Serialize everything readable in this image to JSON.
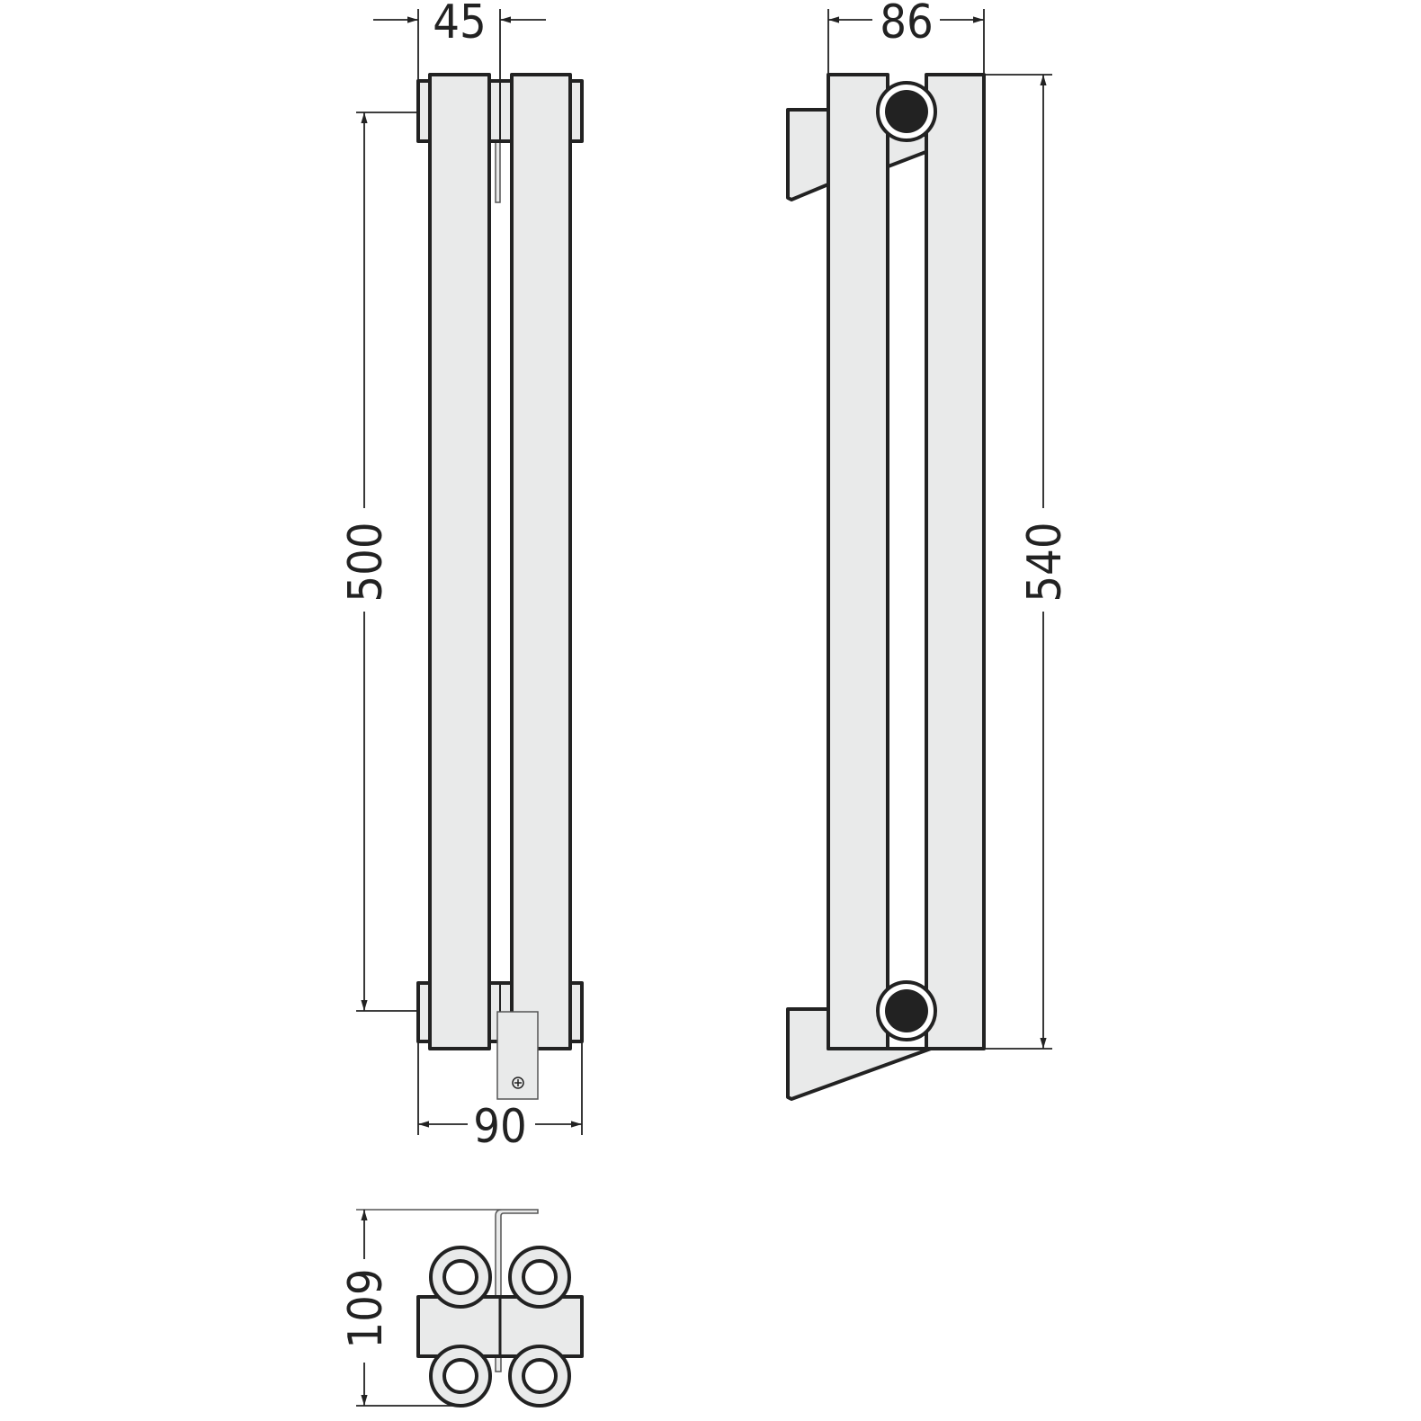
{
  "drawing": {
    "front_view": {
      "dim_pipe_spacing": "45",
      "dim_axis_distance": "500",
      "dim_width": "90"
    },
    "side_view": {
      "dim_depth": "86",
      "dim_height": "540"
    },
    "bottom_view": {
      "dim_depth_with_bracket": "109"
    },
    "colors": {
      "fill": "#e9eaea",
      "stroke": "#222222",
      "valve": "#222222"
    }
  }
}
